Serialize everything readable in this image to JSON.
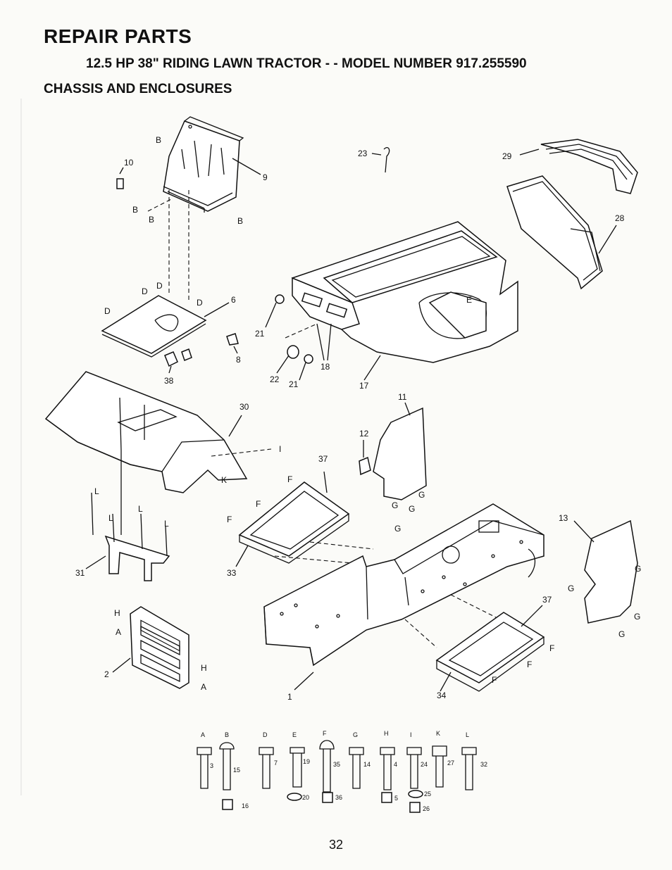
{
  "header": {
    "title": "REPAIR PARTS",
    "subtitle": "12.5 HP 38\" RIDING LAWN TRACTOR - - MODEL NUMBER 917.255590",
    "section": "CHASSIS AND ENCLOSURES"
  },
  "page_number": "32",
  "callouts": {
    "c1": "1",
    "c2": "2",
    "c6": "6",
    "c8": "8",
    "c9": "9",
    "c10": "10",
    "c11": "11",
    "c12": "12",
    "c13": "13",
    "c17": "17",
    "c18": "18",
    "c21a": "21",
    "c21b": "21",
    "c22": "22",
    "c23": "23",
    "c28": "28",
    "c29": "29",
    "c30": "30",
    "c31": "31",
    "c33": "33",
    "c34": "34",
    "c37a": "37",
    "c37b": "37",
    "c38": "38"
  },
  "letters": {
    "b1": "B",
    "b2": "B",
    "b3": "B",
    "b4": "B",
    "d1": "D",
    "d2": "D",
    "d3": "D",
    "d4": "D",
    "e1": "E",
    "i1": "I",
    "k1": "K",
    "l1": "L",
    "l2": "L",
    "l3": "L",
    "l4": "L",
    "f1": "F",
    "f2": "F",
    "f3": "F",
    "f4": "F",
    "f5": "F",
    "f6": "F",
    "g1": "G",
    "g2": "G",
    "g3": "G",
    "g4": "G",
    "g5": "G",
    "g6": "G",
    "g7": "G",
    "g8": "G",
    "h1": "H",
    "h2": "H",
    "a1": "A",
    "a2": "A"
  },
  "hardware": {
    "letters": [
      "A",
      "B",
      "D",
      "E",
      "F",
      "G",
      "H",
      "I",
      "K",
      "L"
    ],
    "bolts": [
      "3",
      "15",
      "7",
      "19",
      "35",
      "14",
      "4",
      "24",
      "27",
      "32"
    ],
    "nuts": [
      "16",
      "20",
      "36",
      "5",
      "25",
      "26"
    ]
  }
}
